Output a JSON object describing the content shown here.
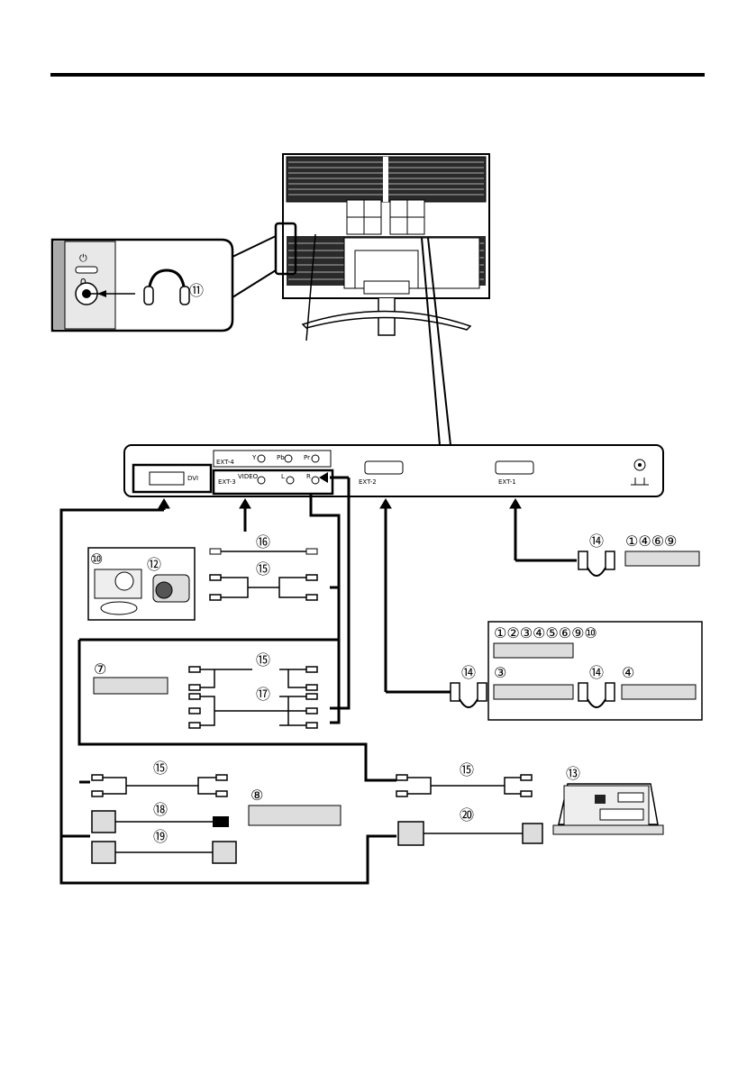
{
  "labels": {
    "headphones": "⑪",
    "camcorder": "⑫",
    "game": "⑩",
    "cable16": "⑯",
    "cable15_top": "⑮",
    "scart_right": "⑭",
    "ext1_devices": "①④⑥⑨",
    "ext2_devices": "①②③④⑤⑥⑨⑩",
    "scart_mid": "⑭",
    "box3": "③",
    "scart_box": "⑭",
    "box4": "④",
    "dev7": "⑦",
    "cable15_mid": "⑮",
    "cable17": "⑰",
    "cable15_low_left": "⑮",
    "cable18": "⑱",
    "dev8": "⑧",
    "cable19": "⑲",
    "cable15_low_right": "⑮",
    "pc": "⑬",
    "cable20": "⑳"
  },
  "panel": {
    "ext4": "EXT-4",
    "ext3": "EXT-3",
    "y": "Y",
    "pb": "Pb",
    "pr": "Pr",
    "video": "VIDEO",
    "l": "L",
    "r": "R",
    "dvi": "DVI",
    "ext2": "EXT-2",
    "ext1": "EXT-1"
  }
}
